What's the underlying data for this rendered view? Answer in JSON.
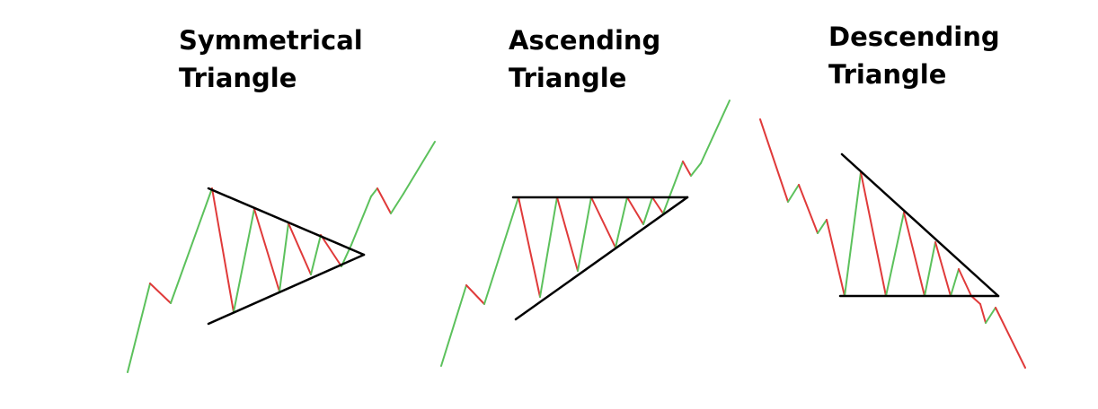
{
  "colors": {
    "rising": "#5cc15c",
    "falling": "#e03a3a",
    "trendline": "#000000",
    "background": "#ffffff"
  },
  "patterns": [
    {
      "id": "symmetrical",
      "title_line1": "Symmetrical",
      "title_line2": "Triangle",
      "breakout": "up"
    },
    {
      "id": "ascending",
      "title_line1": "Ascending",
      "title_line2": "Triangle",
      "breakout": "up"
    },
    {
      "id": "descending",
      "title_line1": "Descending",
      "title_line2": "Triangle",
      "breakout": "down"
    }
  ]
}
